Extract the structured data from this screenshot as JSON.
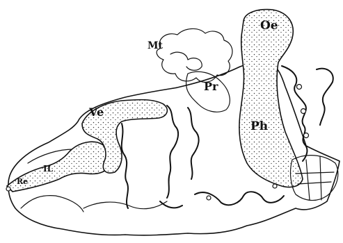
{
  "labels": {
    "oe": "Oe",
    "mt": "Mt",
    "pr": "Pr",
    "ve": "Ve",
    "ph": "Ph",
    "il": "IL",
    "re": "Re"
  }
}
